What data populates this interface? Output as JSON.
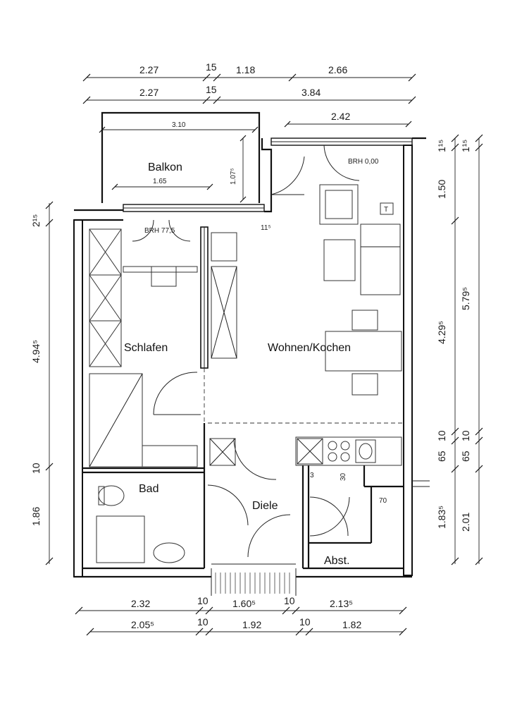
{
  "rooms": {
    "balkon": "Balkon",
    "schlafen": "Schlafen",
    "wohnen": "Wohnen/Kochen",
    "bad": "Bad",
    "diele": "Diele",
    "abst": "Abst."
  },
  "annotations": {
    "balkon_width": "3.10",
    "balkon_inner": "1.65",
    "balkon_depth": "1.07⁵",
    "brh_balkon": "BRH 77,5",
    "brh_wohnen": "BRH 0,00",
    "window_wohnen": "2.42",
    "wall_115": "11⁵",
    "wall_3": "3",
    "kitchen_30": "30",
    "abst_70": "70",
    "fridge_t": "T"
  },
  "dims_top": {
    "row1": [
      "2.27",
      "15",
      "1.18",
      "2.66"
    ],
    "row2": [
      "2.27",
      "15",
      "3.84"
    ]
  },
  "dims_bottom": {
    "row1": [
      "2.32",
      "10",
      "1.60⁵",
      "10",
      "2.13⁵"
    ],
    "row2": [
      "2.05⁵",
      "10",
      "1.92",
      "10",
      "1.82"
    ]
  },
  "dims_left": [
    "2¹⁵",
    "4.94⁵",
    "10",
    "1.86"
  ],
  "dims_right_inner": [
    "1¹⁵",
    "1.50",
    "4.29⁵",
    "10",
    "65",
    "1.83⁵"
  ],
  "dims_right_outer": [
    "1¹⁵",
    "5.79⁵",
    "10",
    "65",
    "2.01"
  ]
}
